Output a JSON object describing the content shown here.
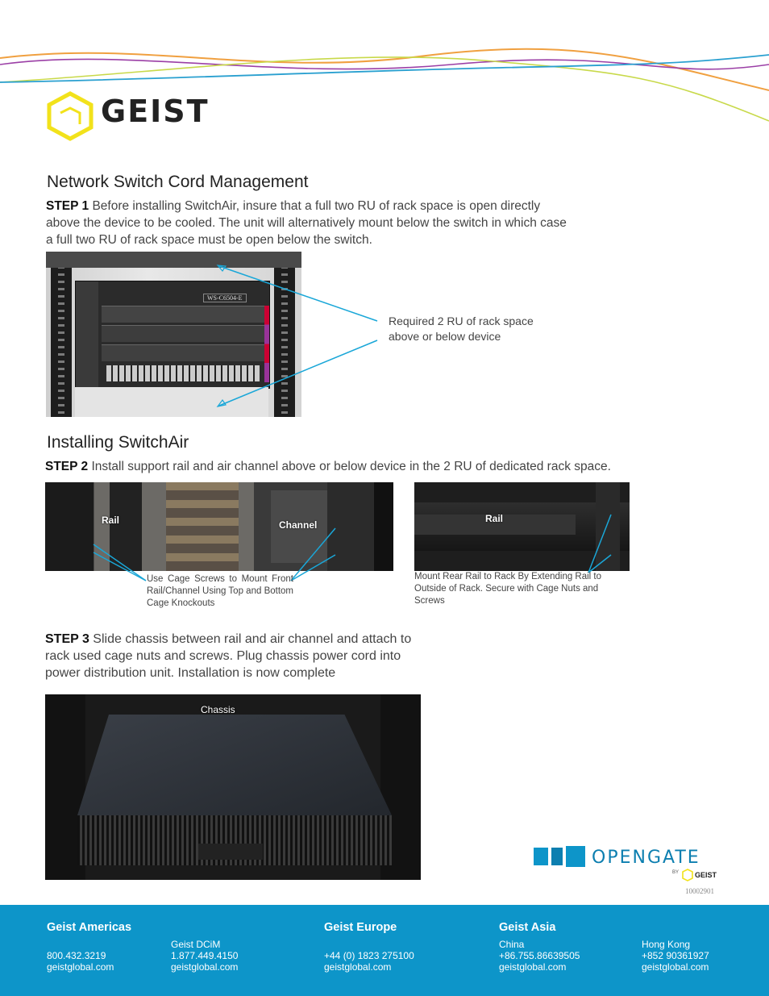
{
  "brand": {
    "logo_text": "GEIST"
  },
  "section1": {
    "title": "Network Switch Cord Management",
    "step_label": "STEP 1",
    "step_text": "Before installing SwitchAir, insure that a full two RU of rack space is open directly above the device to be cooled.  The unit will alternatively mount below the switch in which case a full two RU of rack space must be open below the switch.",
    "device_label": "WS-C6504-E",
    "callout": "Required 2 RU of rack space above or below device"
  },
  "section2": {
    "title": "Installing SwitchAir",
    "step2_label": "STEP 2",
    "step2_text": "Install support rail and air channel above or below device in the 2 RU of dedicated rack space.",
    "photo_a_label_rail": "Rail",
    "photo_a_label_channel": "Channel",
    "photo_a_caption": "Use Cage Screws to Mount Front Rail/Channel Using Top and Bottom Cage Knockouts",
    "photo_b_label_rail": "Rail",
    "photo_b_caption": "Mount Rear Rail to Rack By Extending Rail to Outside of Rack. Secure with Cage Nuts and Screws",
    "step3_label": "STEP 3",
    "step3_text": "Slide chassis between rail and air channel and attach to rack used cage nuts and screws.  Plug chassis power cord into power distribution unit. Installation is now complete",
    "photo_c_label": "Chassis"
  },
  "opengate": {
    "word": "OPENGATE",
    "by": "BY",
    "geist": "GEIST",
    "doc_number": "10002901"
  },
  "footer": {
    "americas": {
      "title": "Geist Americas",
      "phone": "800.432.3219",
      "web": "geistglobal.com"
    },
    "dcim": {
      "name": "Geist DCiM",
      "phone": "1.877.449.4150",
      "web": "geistglobal.com"
    },
    "europe": {
      "title": "Geist Europe",
      "phone": "+44 (0) 1823 275100",
      "web": "geistglobal.com"
    },
    "asia": {
      "title": "Geist Asia",
      "country": "China",
      "phone": "+86.755.86639505",
      "web": "geistglobal.com"
    },
    "hongkong": {
      "name": "Hong Kong",
      "phone": "+852 90361927",
      "web": "geistglobal.com"
    }
  },
  "colors": {
    "footer_blue": "#0d95c9",
    "logo_yellow": "#f2e21b",
    "callout_line": "#1aa7d8"
  }
}
